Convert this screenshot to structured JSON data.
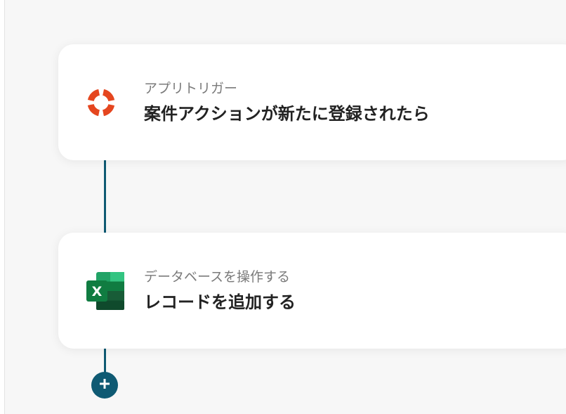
{
  "steps": [
    {
      "subtitle": "アプリトリガー",
      "title": "案件アクションが新たに登録されたら",
      "icon": "lifebuoy-icon",
      "color": "#e5461f"
    },
    {
      "subtitle": "データベースを操作する",
      "title": "レコードを追加する",
      "icon": "excel-icon",
      "color": "#1d6f42"
    }
  ],
  "add_button": {
    "icon": "plus-icon"
  },
  "accent": "#0f5a73"
}
